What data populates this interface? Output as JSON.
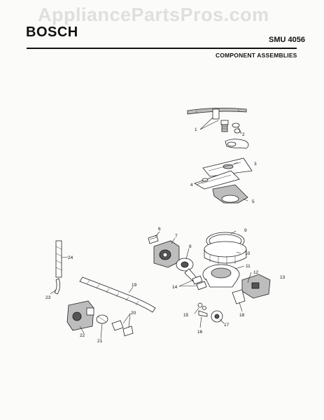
{
  "watermark": "AppliancePartsPros.com",
  "header": {
    "brand": "BOSCH",
    "model": "SMU 4056",
    "section_title": "COMPONENT ASSEMBLIES"
  },
  "callouts": [
    "1",
    "2",
    "3",
    "4",
    "5",
    "6",
    "7",
    "8",
    "9",
    "10",
    "11",
    "12",
    "13",
    "14",
    "15",
    "16",
    "17",
    "18",
    "19",
    "20",
    "21",
    "22",
    "23",
    "24"
  ]
}
